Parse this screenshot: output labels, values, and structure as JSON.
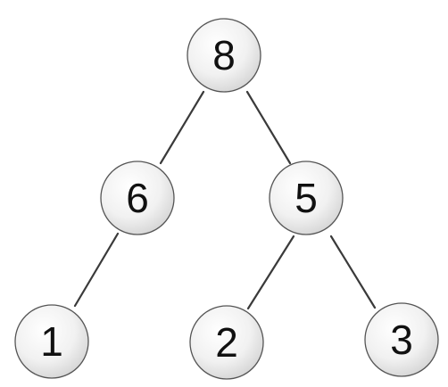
{
  "tree": {
    "nodes": [
      {
        "id": "n8",
        "label": "8"
      },
      {
        "id": "n6",
        "label": "6"
      },
      {
        "id": "n5",
        "label": "5"
      },
      {
        "id": "n1",
        "label": "1"
      },
      {
        "id": "n2",
        "label": "2"
      },
      {
        "id": "n3",
        "label": "3"
      }
    ],
    "edges": [
      {
        "from": "n8",
        "to": "n6"
      },
      {
        "from": "n8",
        "to": "n5"
      },
      {
        "from": "n6",
        "to": "n1"
      },
      {
        "from": "n5",
        "to": "n2"
      },
      {
        "from": "n5",
        "to": "n3"
      }
    ]
  }
}
